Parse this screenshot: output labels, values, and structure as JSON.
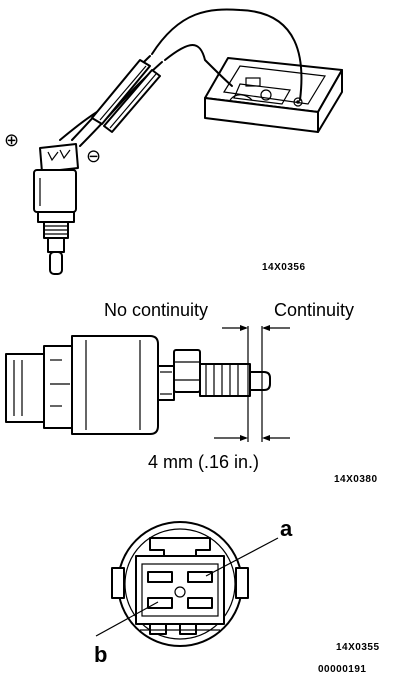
{
  "figure1": {
    "plus_symbol": "⊕",
    "minus_symbol": "⊖",
    "code": "14X0356"
  },
  "figure2": {
    "label_no_continuity": "No continuity",
    "label_continuity": "Continuity",
    "dimension": "4 mm (.16 in.)",
    "code": "14X0380"
  },
  "figure3": {
    "label_a": "a",
    "label_b": "b",
    "code": "14X0355"
  },
  "page_code": "00000191"
}
